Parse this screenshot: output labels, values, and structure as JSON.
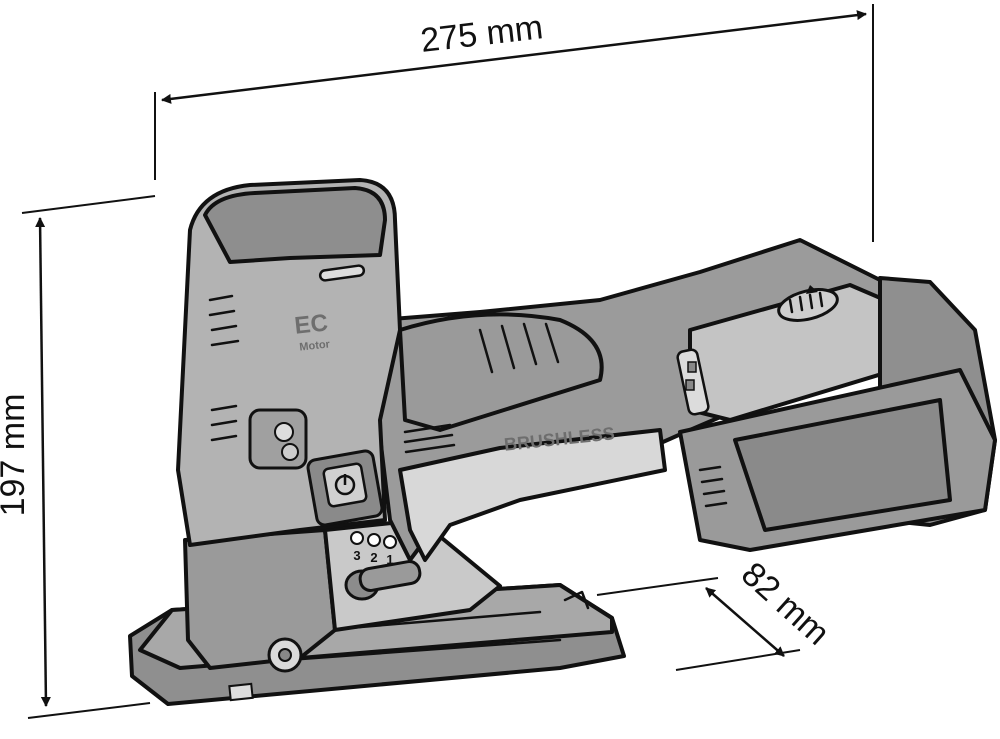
{
  "dimensions": {
    "length": "275 mm",
    "height": "197 mm",
    "width": "82 mm"
  },
  "product": {
    "motor_badge_line1": "EC",
    "motor_badge_line2": "Motor",
    "brushless_label": "BRUSHLESS",
    "mode_numbers": [
      "3",
      "2",
      "1"
    ]
  },
  "colors": {
    "outline": "#111111",
    "body_dark": "#8a8a8a",
    "body_mid": "#b9b9b9",
    "body_light": "#dcdcdc"
  }
}
